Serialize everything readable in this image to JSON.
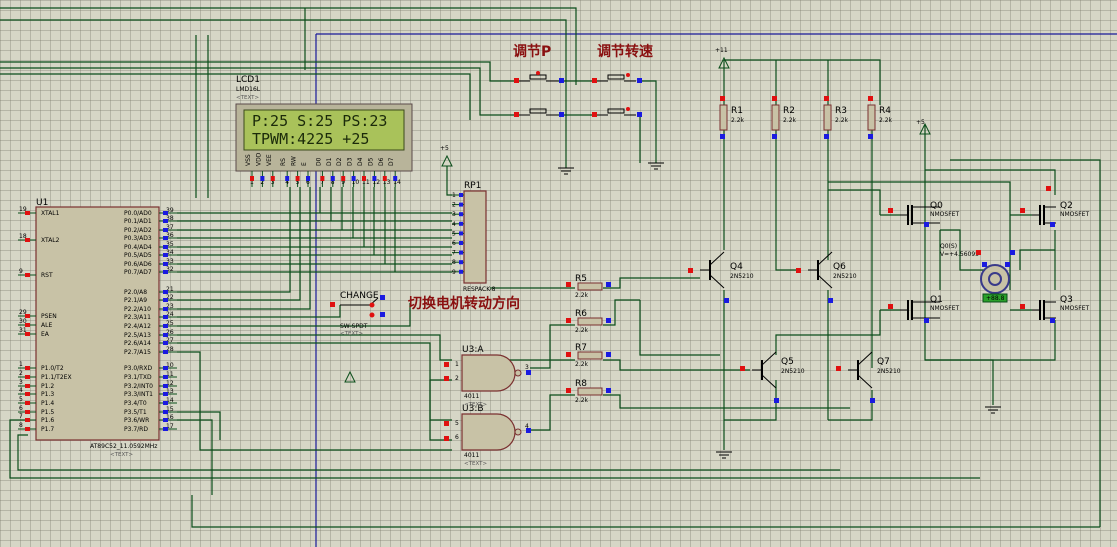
{
  "labels": {
    "adjust_p": "调节P",
    "adjust_speed": "调节转速",
    "switch_direction": "切换电机转动方向",
    "change": "CHANGE",
    "plus11": "+11",
    "plus5": "+5"
  },
  "lcd": {
    "ref": "LCD1",
    "part": "LMD16L",
    "text_tag": "<TEXT>",
    "line1": "P:25 S:25 PS:23",
    "line2": "TPWM:4225 +25",
    "pins": [
      "VSS",
      "VDD",
      "VEE",
      "RS",
      "RW",
      "E",
      "D0",
      "D1",
      "D2",
      "D3",
      "D4",
      "D5",
      "D6",
      "D7"
    ]
  },
  "mcu": {
    "ref": "U1",
    "part": "AT89C52_11.0592MHz",
    "text_tag": "<TEXT>",
    "left_pins": [
      {
        "num": "19",
        "name": "XTAL1"
      },
      {
        "num": "18",
        "name": "XTAL2"
      },
      {
        "num": "9",
        "name": "RST"
      },
      {
        "num": "29",
        "name": "PSEN"
      },
      {
        "num": "30",
        "name": "ALE"
      },
      {
        "num": "31",
        "name": "EA"
      },
      {
        "num": "1",
        "name": "P1.0/T2"
      },
      {
        "num": "2",
        "name": "P1.1/T2EX"
      },
      {
        "num": "3",
        "name": "P1.2"
      },
      {
        "num": "4",
        "name": "P1.3"
      },
      {
        "num": "5",
        "name": "P1.4"
      },
      {
        "num": "6",
        "name": "P1.5"
      },
      {
        "num": "7",
        "name": "P1.6"
      },
      {
        "num": "8",
        "name": "P1.7"
      }
    ],
    "right_pins": [
      {
        "num": "39",
        "name": "P0.0/AD0"
      },
      {
        "num": "38",
        "name": "P0.1/AD1"
      },
      {
        "num": "37",
        "name": "P0.2/AD2"
      },
      {
        "num": "36",
        "name": "P0.3/AD3"
      },
      {
        "num": "35",
        "name": "P0.4/AD4"
      },
      {
        "num": "34",
        "name": "P0.5/AD5"
      },
      {
        "num": "33",
        "name": "P0.6/AD6"
      },
      {
        "num": "32",
        "name": "P0.7/AD7"
      },
      {
        "num": "21",
        "name": "P2.0/A8"
      },
      {
        "num": "22",
        "name": "P2.1/A9"
      },
      {
        "num": "23",
        "name": "P2.2/A10"
      },
      {
        "num": "24",
        "name": "P2.3/A11"
      },
      {
        "num": "25",
        "name": "P2.4/A12"
      },
      {
        "num": "26",
        "name": "P2.5/A13"
      },
      {
        "num": "27",
        "name": "P2.6/A14"
      },
      {
        "num": "28",
        "name": "P2.7/A15"
      },
      {
        "num": "10",
        "name": "P3.0/RXD"
      },
      {
        "num": "11",
        "name": "P3.1/TXD"
      },
      {
        "num": "12",
        "name": "P3.2/INT0"
      },
      {
        "num": "13",
        "name": "P3.3/INT1"
      },
      {
        "num": "14",
        "name": "P3.4/T0"
      },
      {
        "num": "15",
        "name": "P3.5/T1"
      },
      {
        "num": "16",
        "name": "P3.6/WR"
      },
      {
        "num": "17",
        "name": "P3.7/RD"
      }
    ]
  },
  "rp1": {
    "ref": "RP1",
    "part": "RESPACK-8",
    "pins": [
      "1",
      "2",
      "3",
      "4",
      "5",
      "6",
      "7",
      "8",
      "9"
    ]
  },
  "switch": {
    "ref": "SW-SPDT",
    "text_tag": "<TEXT>"
  },
  "gates": [
    {
      "ref": "U3:A",
      "part": "4011",
      "text_tag": "<TEXT>",
      "pin_a": "1",
      "pin_b": "2",
      "pin_out": "3"
    },
    {
      "ref": "U3:B",
      "part": "4011",
      "text_tag": "<TEXT>",
      "pin_a": "5",
      "pin_b": "6",
      "pin_out": "4"
    }
  ],
  "resistors": [
    {
      "ref": "R5",
      "value": "2.2k"
    },
    {
      "ref": "R6",
      "value": "2.2k"
    },
    {
      "ref": "R7",
      "value": "2.2k"
    },
    {
      "ref": "R8",
      "value": "2.2k"
    },
    {
      "ref": "R1",
      "value": "2.2k"
    },
    {
      "ref": "R2",
      "value": "2.2k"
    },
    {
      "ref": "R3",
      "value": "2.2k"
    },
    {
      "ref": "R4",
      "value": "2.2k"
    }
  ],
  "transistors": [
    {
      "ref": "Q4",
      "part": "2N5210"
    },
    {
      "ref": "Q6",
      "part": "2N5210"
    },
    {
      "ref": "Q5",
      "part": "2N5210"
    },
    {
      "ref": "Q7",
      "part": "2N5210"
    }
  ],
  "mosfets": [
    {
      "ref": "Q0",
      "part": "NMOSFET"
    },
    {
      "ref": "Q2",
      "part": "NMOSFET"
    },
    {
      "ref": "Q1",
      "part": "NMOSFET"
    },
    {
      "ref": "Q3",
      "part": "NMOSFET"
    }
  ],
  "motor": {
    "ref": "Q0(S)",
    "voltage": "V=+4.56095",
    "display": "+88.8"
  },
  "text_tag": "<TEXT>",
  "colors": {
    "wire": "#0a4d1a",
    "bus": "#1a1a9a",
    "pin_red": "#e01010",
    "pin_blue": "#1a1ae0",
    "chinese_label": "#8a1010",
    "lcd_bg": "#a9c25a"
  }
}
